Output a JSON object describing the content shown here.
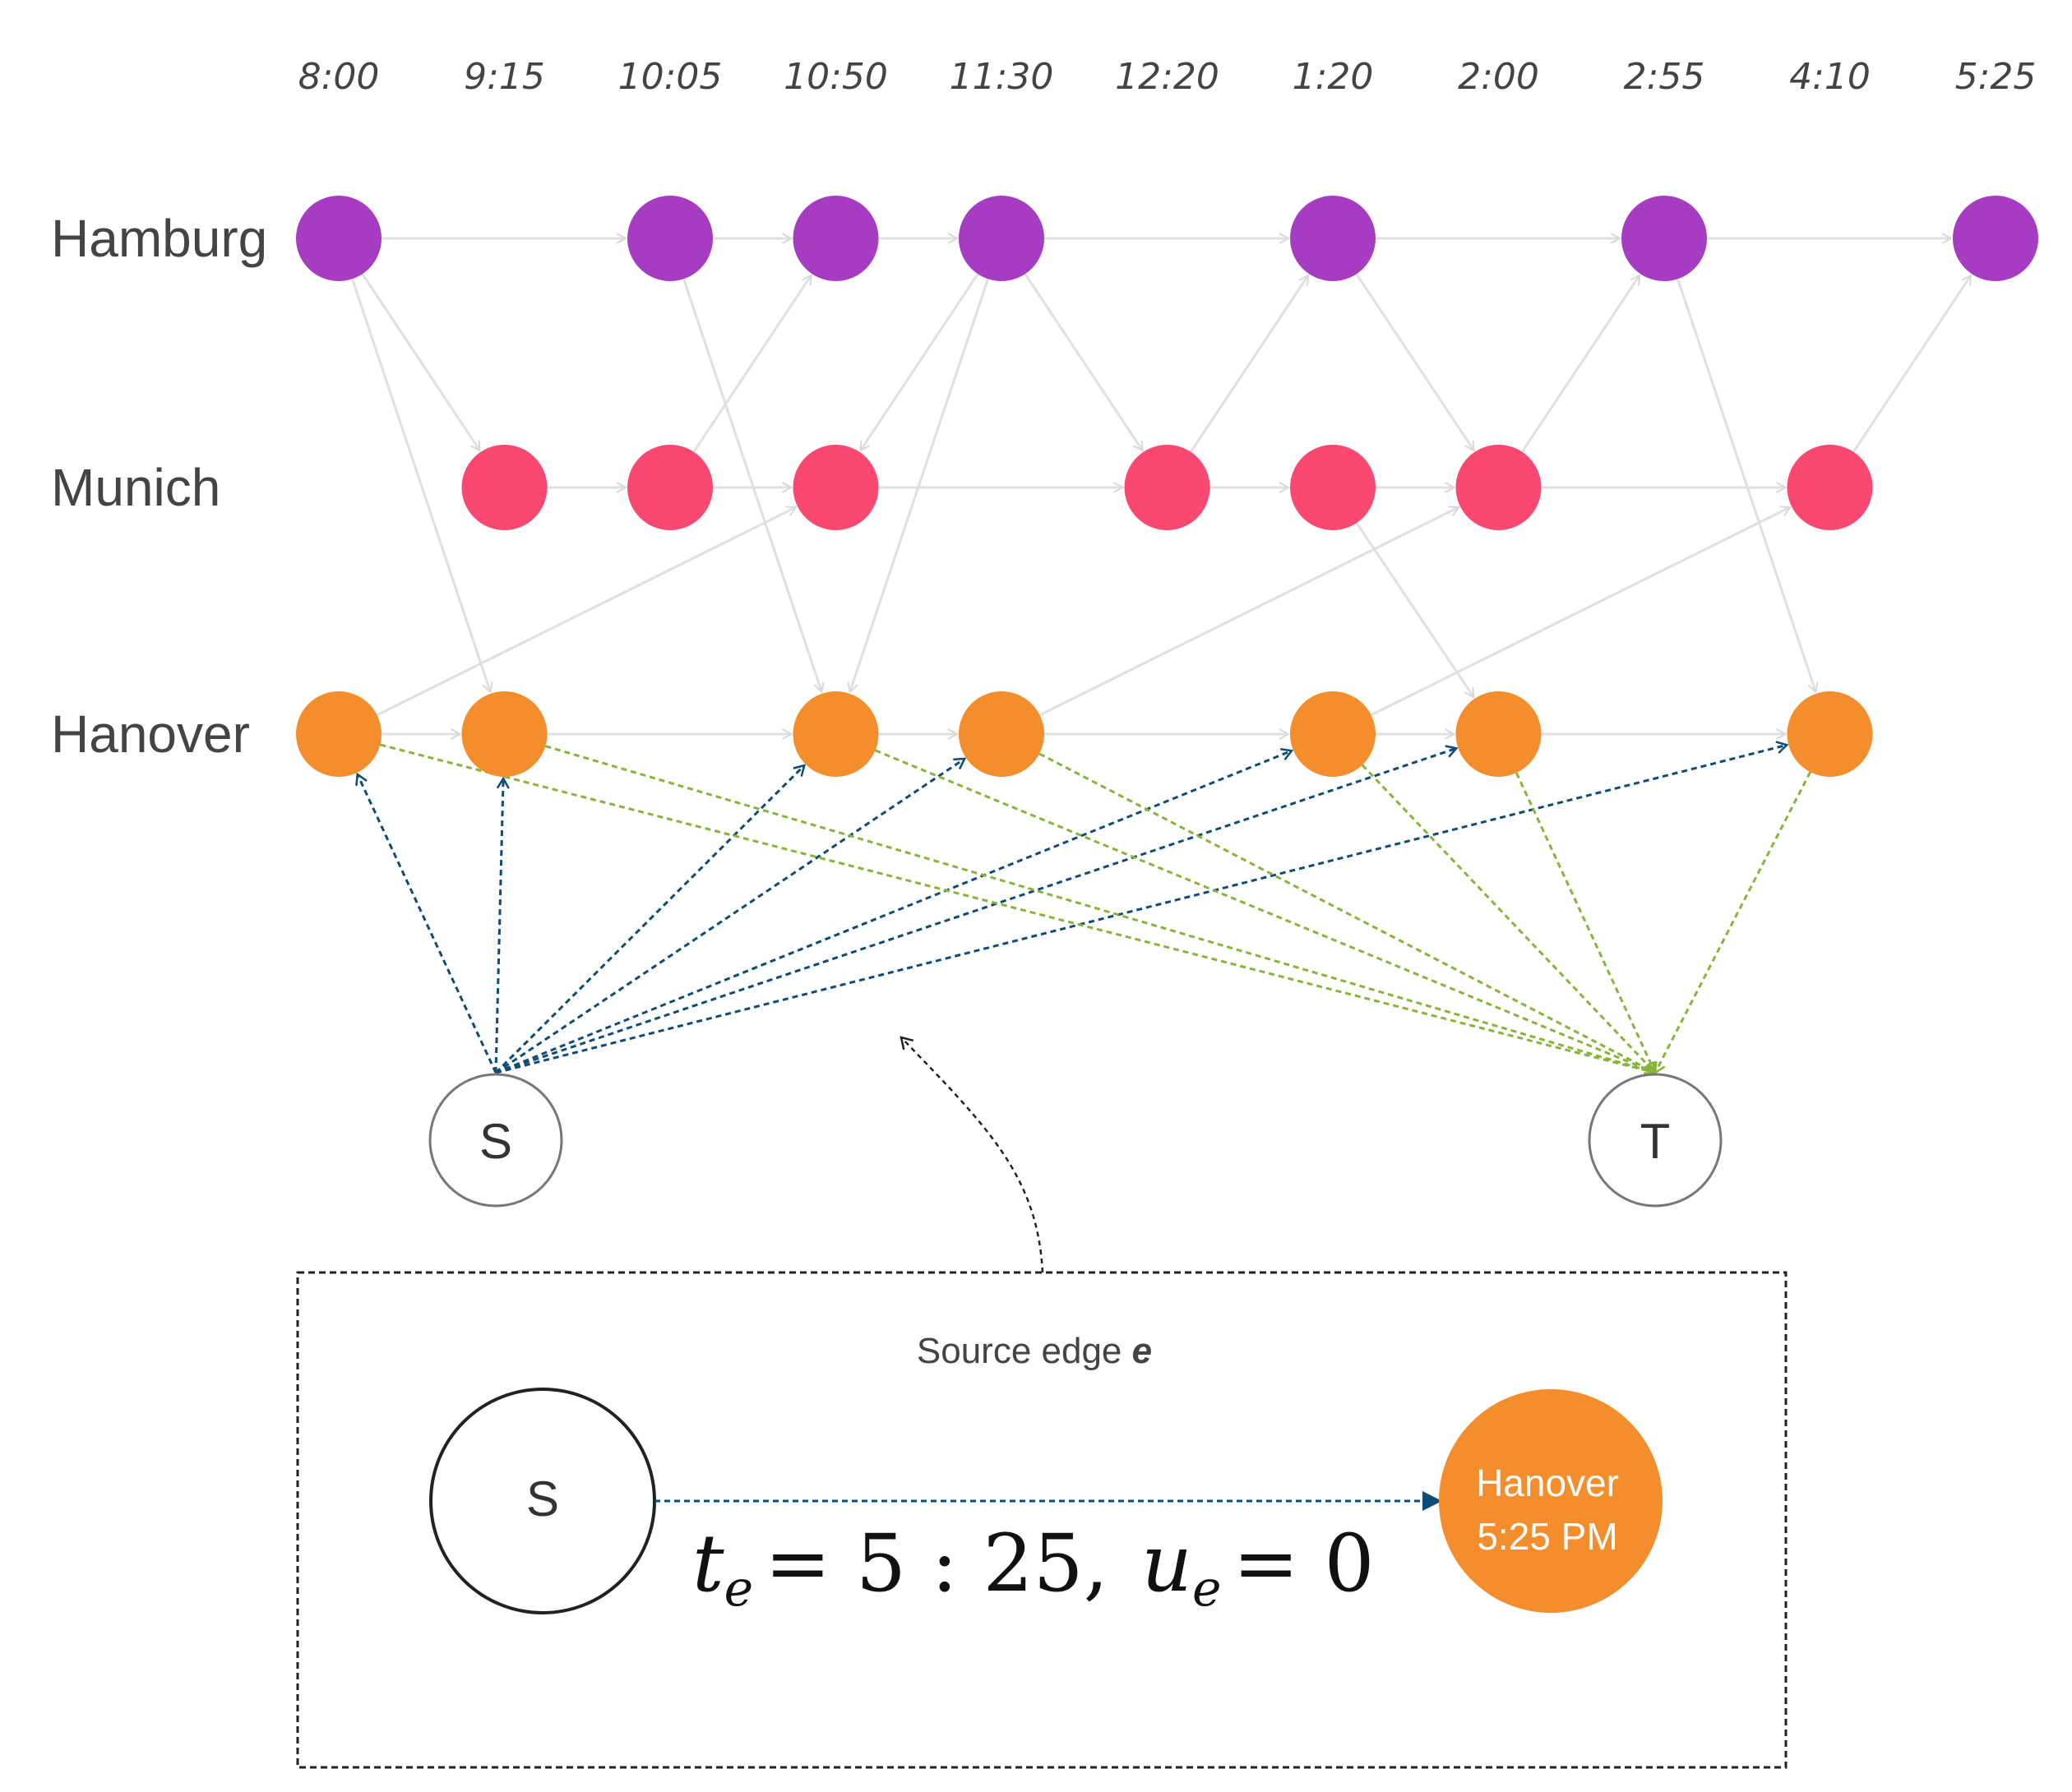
{
  "times": [
    "8:00",
    "9:15",
    "10:05",
    "10:50",
    "11:30",
    "12:20",
    "1:20",
    "2:00",
    "2:55",
    "4:10",
    "5:25"
  ],
  "cities": [
    {
      "name": "Hamburg",
      "color": "#a53cc1"
    },
    {
      "name": "Munich",
      "color": "#fb4871"
    },
    {
      "name": "Hanover",
      "color": "#f48d2b"
    }
  ],
  "stations": {
    "Hamburg": [
      0,
      2,
      3,
      4,
      6,
      8,
      10
    ],
    "Munich": [
      1,
      2,
      3,
      5,
      6,
      7,
      9
    ],
    "Hanover": [
      0,
      1,
      3,
      4,
      6,
      7,
      9
    ]
  },
  "travel_edges": [
    [
      "Hamburg",
      0,
      "Munich",
      1
    ],
    [
      "Hamburg",
      0,
      "Hanover",
      1
    ],
    [
      "Hamburg",
      2,
      "Hanover",
      3
    ],
    [
      "Hamburg",
      4,
      "Munich",
      3
    ],
    [
      "Hamburg",
      4,
      "Hanover",
      3
    ],
    [
      "Hamburg",
      4,
      "Munich",
      5
    ],
    [
      "Hamburg",
      6,
      "Munich",
      7
    ],
    [
      "Hamburg",
      8,
      "Hanover",
      9
    ],
    [
      "Munich",
      2,
      "Hamburg",
      3
    ],
    [
      "Munich",
      5,
      "Hamburg",
      6
    ],
    [
      "Munich",
      7,
      "Hamburg",
      8
    ],
    [
      "Munich",
      9,
      "Hamburg",
      10
    ],
    [
      "Munich",
      6,
      "Hanover",
      7
    ],
    [
      "Hanover",
      0,
      "Munich",
      3
    ],
    [
      "Hanover",
      4,
      "Munich",
      7
    ],
    [
      "Hanover",
      6,
      "Munich",
      9
    ]
  ],
  "source_node": {
    "label": "S"
  },
  "sink_node": {
    "label": "T"
  },
  "edge_colors": {
    "source": "#0f4c75",
    "sink": "#86b53a",
    "travel": "#e0e0e0",
    "wait": "#e0e0e0"
  },
  "inset": {
    "title_prefix": "Source edge ",
    "title_var": "e",
    "source_label": "S",
    "target_city": "Hanover",
    "target_time": "5:25 PM",
    "formula": {
      "t_var": "t",
      "t_sub": "e",
      "t_value": "= 5 : 25,",
      "u_var": "u",
      "u_sub": "e",
      "u_value": "= 0"
    }
  }
}
